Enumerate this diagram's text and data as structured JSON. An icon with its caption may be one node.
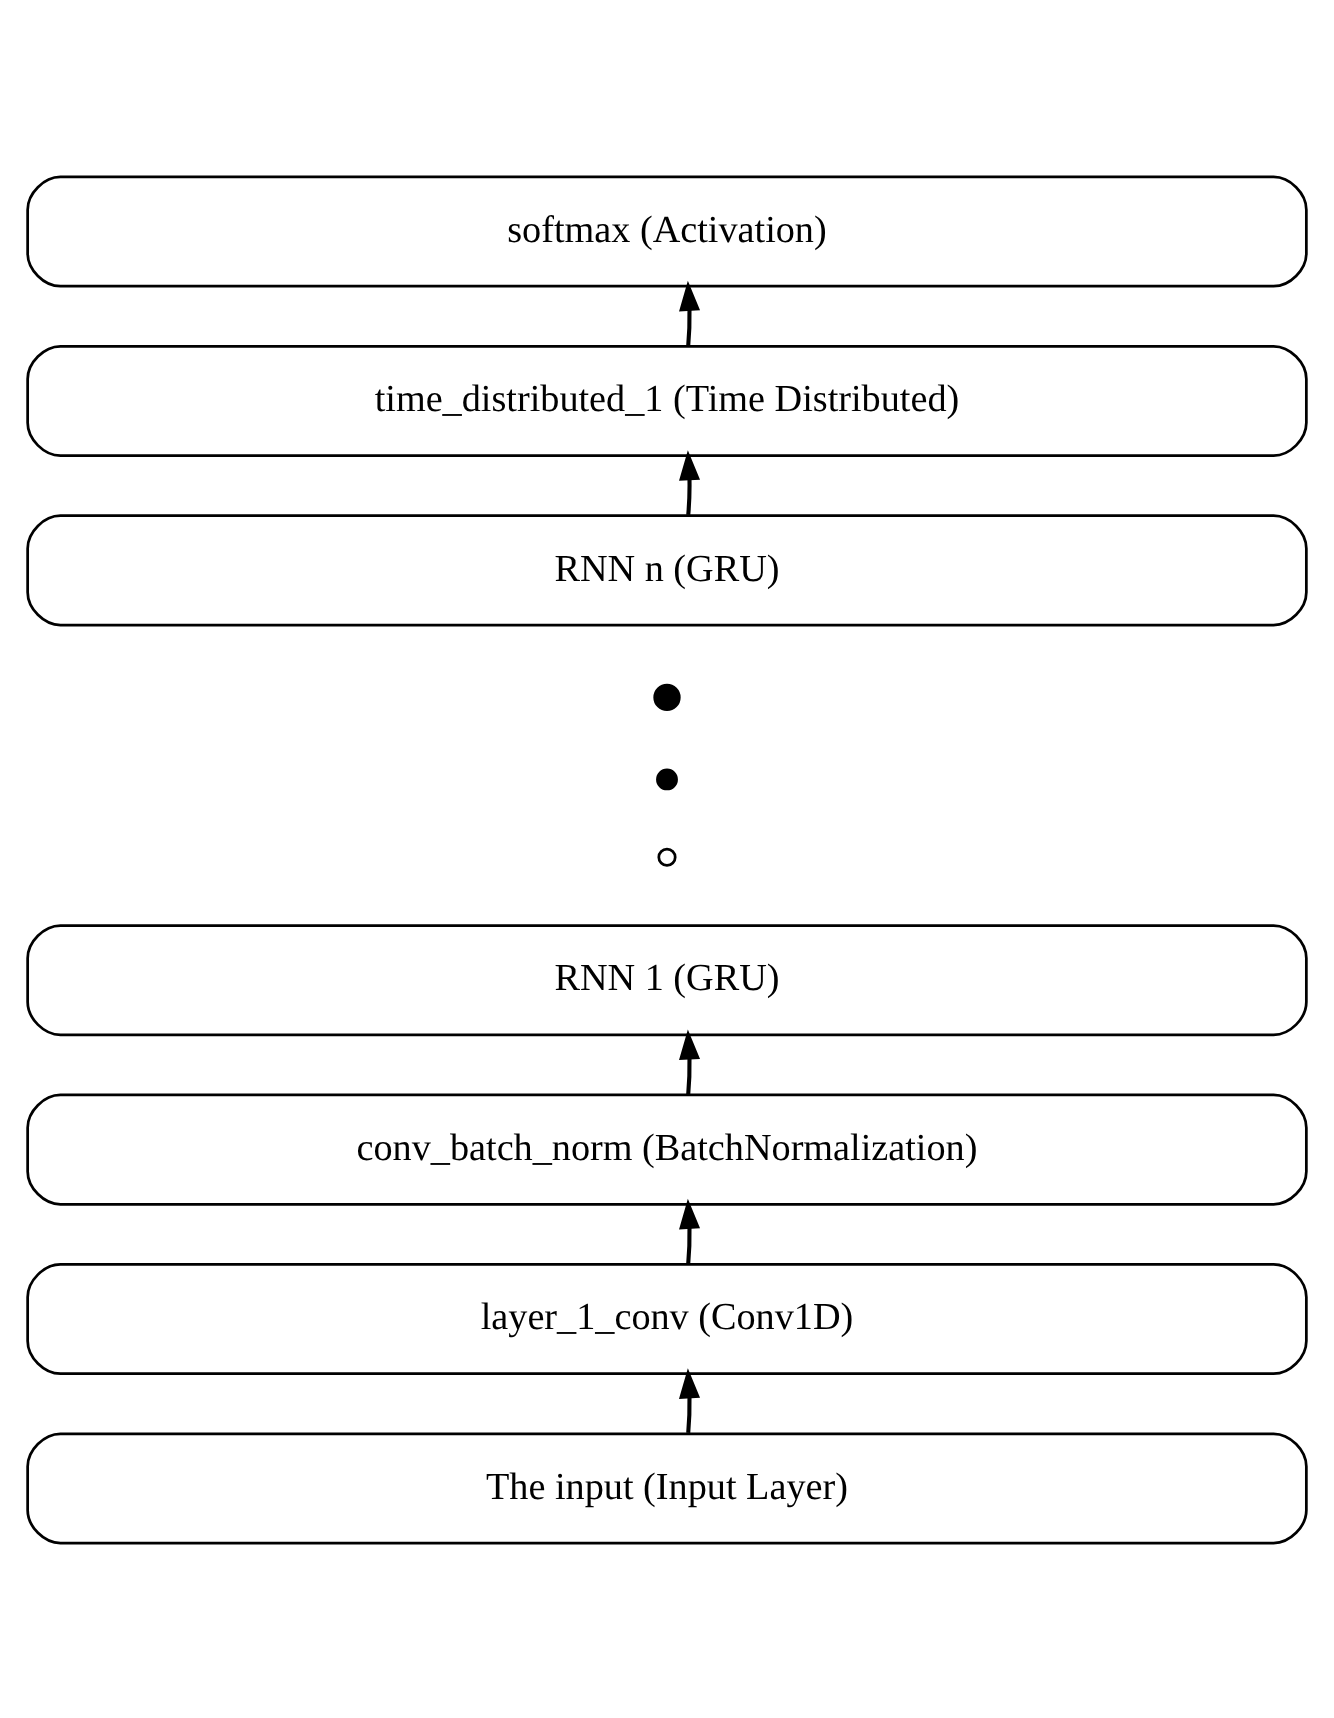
{
  "diagram": {
    "nodes": [
      {
        "text": [
          "softmax (Activation)"
        ]
      },
      {
        "text": [
          "time_distributed_1 (Time Distributed)"
        ]
      },
      {
        "text": [
          "RNN n (GRU)"
        ]
      },
      {
        "text": [],
        "shape": "circle"
      },
      {
        "text": [],
        "shape": "circle"
      },
      {
        "text": [],
        "shape": "circle"
      },
      {
        "text": [
          "RNN 1 (GRU)"
        ]
      },
      {
        "text": [
          "conv_batch_norm (BatchNormalization)"
        ]
      },
      {
        "text": [
          "layer_1_conv (Conv1D)"
        ]
      },
      {
        "text": [
          "The input (Input Layer)"
        ]
      }
    ],
    "edges": [
      {
        "from": 9,
        "to": 8,
        "arrow": "to"
      },
      {
        "from": 8,
        "to": 7,
        "arrow": "to"
      },
      {
        "from": 7,
        "to": 6,
        "arrow": "to"
      },
      {
        "from": 2,
        "to": 1,
        "arrow": "to"
      },
      {
        "from": 1,
        "to": 0,
        "arrow": "to"
      }
    ]
  }
}
